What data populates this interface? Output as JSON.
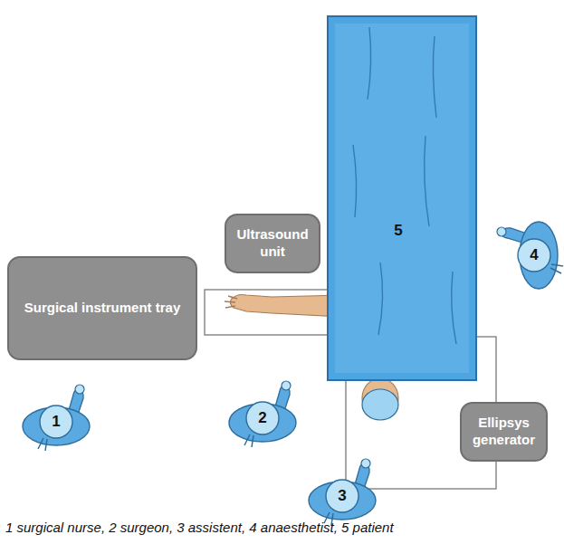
{
  "diagram": {
    "caption": "1 surgical nurse, 2 surgeon, 3 assistent, 4 anaesthetist, 5 patient",
    "nodes": [
      {
        "text": [
          "Surgical instrument tray"
        ]
      },
      {
        "text": [
          "Ultrasound unit"
        ]
      },
      {
        "text": [
          "Ellipsys generator"
        ]
      }
    ],
    "labels": [
      "1",
      "2",
      "3",
      "4",
      "5"
    ]
  }
}
